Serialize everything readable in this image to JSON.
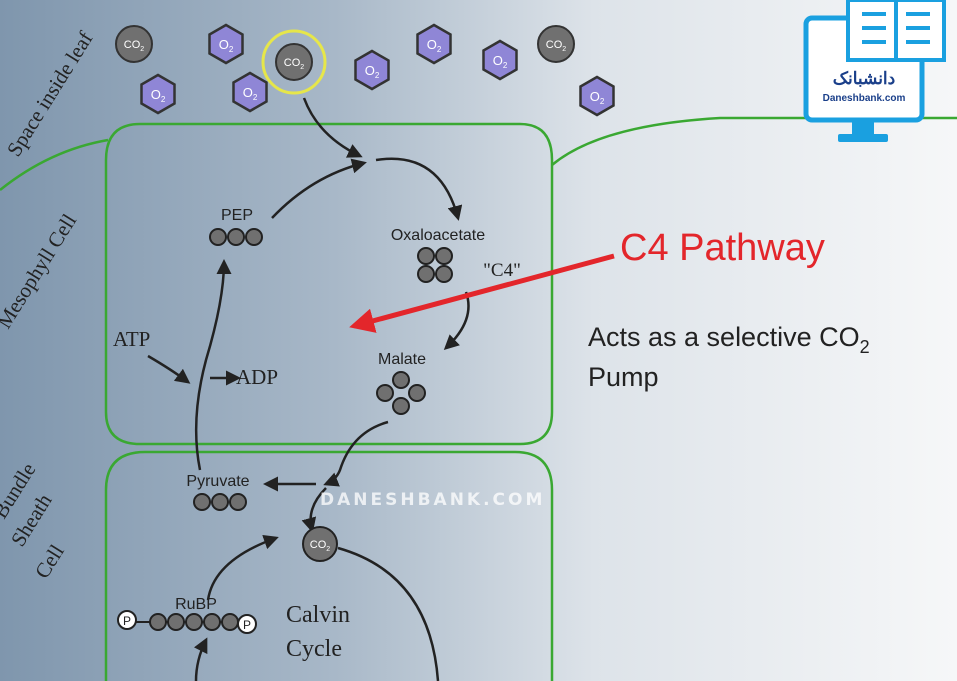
{
  "regions": {
    "space_inside_leaf": "Space inside leaf",
    "mesophyll_cell": "Mesophyll Cell",
    "bundle_sheath_1": "Bundle",
    "bundle_sheath_2": "Sheath",
    "bundle_sheath_3": "Cell"
  },
  "molecules": {
    "co2": "CO",
    "co2_sub": "2",
    "o2": "O",
    "o2_sub": "2"
  },
  "compounds": {
    "pep": "PEP",
    "oxaloacetate": "Oxaloacetate",
    "c4_label": "\"C4\"",
    "malate": "Malate",
    "pyruvate": "Pyruvate",
    "rubp": "RuBP",
    "phosphate": "P",
    "atp": "ATP",
    "adp": "ADP",
    "calvin_1": "Calvin",
    "calvin_2": "Cycle"
  },
  "annotation": {
    "title": "C4 Pathway",
    "desc_line1": "Acts as a selective CO",
    "desc_sub": "2",
    "desc_line2": "Pump"
  },
  "watermark": {
    "text": "DANESHBANK.COM",
    "logo_text": "دانشبانک",
    "logo_url_text": "Daneshbank.com"
  },
  "colors": {
    "title_red": "#e3262b",
    "cell_wall_green": "#3aa832",
    "o2_fill": "#8f86d6",
    "molecule_gray": "#707070",
    "logo_blue": "#1aa0e0"
  }
}
